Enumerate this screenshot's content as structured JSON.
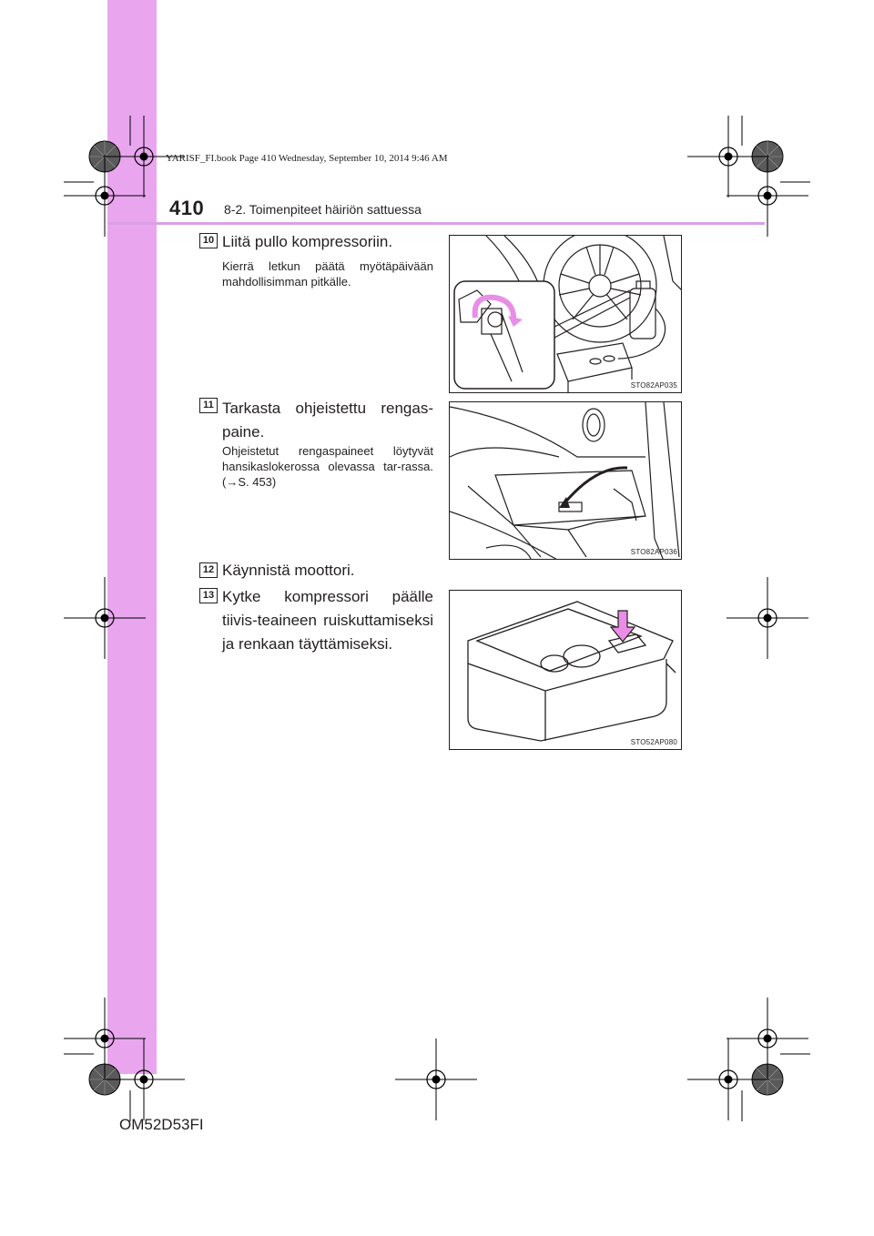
{
  "header": {
    "page_number": "410",
    "section": "8-2. Toimenpiteet häiriön sattuessa",
    "book_info": "YARISF_FI.book Page 410 Wednesday, September 10, 2014 9:46 AM"
  },
  "steps": [
    {
      "number": "10",
      "text": "Liitä pullo kompressoriin.",
      "sub": "Kierrä letkun päätä myötäpäivään mahdollisimman pitkälle."
    },
    {
      "number": "11",
      "text": "Tarkasta ohjeistettu rengas-paine.",
      "sub": "Ohjeistetut rengaspaineet löytyvät hansikaslokerossa olevassa tar-rassa. (→S. 453)"
    },
    {
      "number": "12",
      "text": "Käynnistä moottori.",
      "sub": ""
    },
    {
      "number": "13",
      "text": "Kytke kompressori päälle tiivis-teaineen ruiskuttamiseksi ja renkaan täyttämiseksi.",
      "sub": ""
    }
  ],
  "figures": [
    {
      "code": "STO82AP035"
    },
    {
      "code": "STO82AP036"
    },
    {
      "code": "STO52AP080"
    }
  ],
  "footer": {
    "code": "OM52D53FI"
  },
  "colors": {
    "sidebar": "#e9a6ef",
    "rule": "#d9a0e6",
    "accent_arrow": "#e88ee6"
  }
}
